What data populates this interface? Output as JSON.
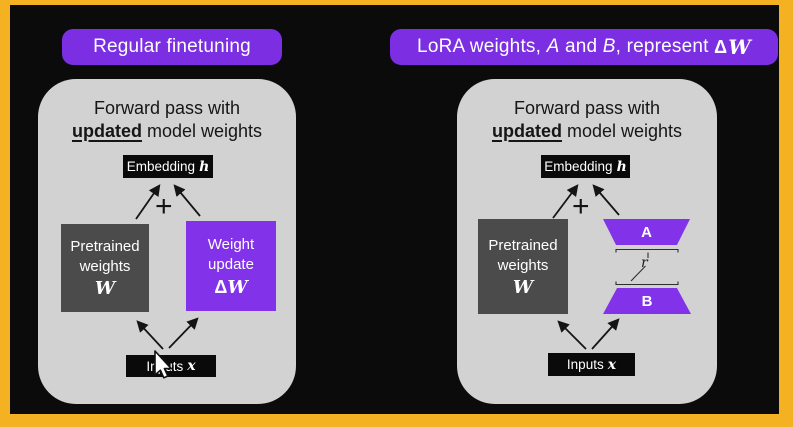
{
  "colors": {
    "frame_yellow": "#F4B223",
    "background_black": "#0B0B0B",
    "header_purple": "#7B2EE2",
    "shape_purple": "#8232E8",
    "panel_gray": "#D2D2D2",
    "pretrained_gray": "#4B4B4B"
  },
  "left": {
    "header": "Regular finetuning",
    "panel": {
      "title_line1": "Forward pass with",
      "title_underlined": "updated",
      "title_line2_rest": " model weights",
      "embedding": {
        "label": "Embedding",
        "var": "h"
      },
      "plus": "+",
      "pretrained": {
        "line1": "Pretrained",
        "line2": "weights",
        "var": "W"
      },
      "weight_update": {
        "line1": "Weight",
        "line2": "update",
        "delta": "Δ",
        "var": "W"
      },
      "inputs": {
        "label": "Inputs",
        "var": "x"
      }
    }
  },
  "right": {
    "header": {
      "s1": "LoRA weights, ",
      "var_a": "A",
      "s2": " and ",
      "var_b": "B",
      "s3": ", represent ",
      "delta": "Δ",
      "var_w": "W"
    },
    "panel": {
      "title_line1": "Forward pass with",
      "title_underlined": "updated",
      "title_line2_rest": " model weights",
      "embedding": {
        "label": "Embedding",
        "var": "h"
      },
      "plus": "+",
      "pretrained": {
        "line1": "Pretrained",
        "line2": "weights",
        "var": "W"
      },
      "lora_a": "A",
      "lora_b": "B",
      "rank_label": "r",
      "inputs": {
        "label": "Inputs",
        "var": "x"
      }
    }
  }
}
